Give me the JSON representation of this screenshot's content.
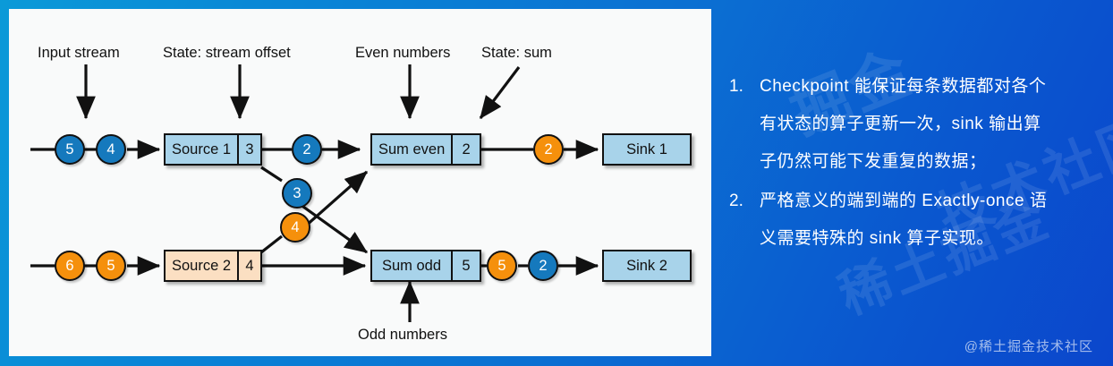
{
  "colors": {
    "panel_bg": "#f9fafa",
    "slide_bg_start": "#0b9ad8",
    "slide_bg_end": "#0b46cc",
    "blue_node": "#a8d3ea",
    "peach_node": "#fbdfc2",
    "blue_circle": "#1579bd",
    "orange_circle": "#f5900c",
    "stroke": "#111111",
    "note_text": "#ffffff"
  },
  "diagram": {
    "labels": [
      {
        "id": "input-stream",
        "text": "Input stream"
      },
      {
        "id": "state-offset",
        "text": "State: stream offset"
      },
      {
        "id": "even-numbers",
        "text": "Even numbers"
      },
      {
        "id": "state-sum",
        "text": "State: sum"
      },
      {
        "id": "odd-numbers",
        "text": "Odd numbers"
      }
    ],
    "operators": [
      {
        "id": "source-1",
        "name": "Source 1",
        "state": "3",
        "style": "blue"
      },
      {
        "id": "source-2",
        "name": "Source 2",
        "state": "4",
        "style": "peach"
      },
      {
        "id": "sum-even",
        "name": "Sum even",
        "state": "2",
        "style": "blue"
      },
      {
        "id": "sum-odd",
        "name": "Sum odd",
        "state": "5",
        "style": "blue"
      },
      {
        "id": "sink-1",
        "name": "Sink 1",
        "state": "",
        "style": "blue"
      },
      {
        "id": "sink-2",
        "name": "Sink 2",
        "state": "",
        "style": "blue"
      }
    ],
    "records": [
      {
        "id": "rec-in-top-1",
        "value": "5",
        "color": "blue"
      },
      {
        "id": "rec-in-top-2",
        "value": "4",
        "color": "blue"
      },
      {
        "id": "rec-src1-out-2",
        "value": "2",
        "color": "blue"
      },
      {
        "id": "rec-src1-out-3",
        "value": "3",
        "color": "blue"
      },
      {
        "id": "rec-src2-out-4",
        "value": "4",
        "color": "orange"
      },
      {
        "id": "rec-in-bot-6",
        "value": "6",
        "color": "orange"
      },
      {
        "id": "rec-in-bot-5",
        "value": "5",
        "color": "orange"
      },
      {
        "id": "rec-sumeven-out",
        "value": "2",
        "color": "orange"
      },
      {
        "id": "rec-sumodd-out-5",
        "value": "5",
        "color": "orange"
      },
      {
        "id": "rec-sumodd-out-2",
        "value": "2",
        "color": "blue"
      }
    ]
  },
  "notes": [
    {
      "num": "1.",
      "lines": [
        "Checkpoint 能保证每条数据都对各个",
        "有状态的算子更新一次，sink 输出算",
        "子仍然可能下发重复的数据；"
      ]
    },
    {
      "num": "2.",
      "lines": [
        "严格意义的端到端的 Exactly-once 语",
        "义需要特殊的 sink 算子实现。"
      ]
    }
  ],
  "watermark": {
    "text": "@稀土掘金技术社区",
    "ghost": [
      "掘金",
      "技术社区",
      "稀土掘金"
    ]
  }
}
